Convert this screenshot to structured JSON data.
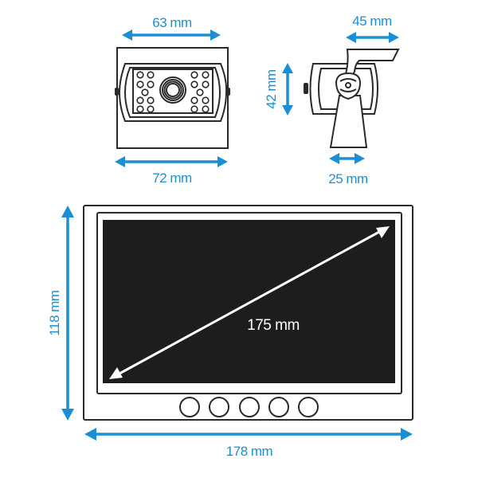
{
  "colors": {
    "dimension": "#1a8fd6",
    "outline": "#2a2a2a",
    "screen": "#1d1d1d",
    "screen_arrow": "#ffffff",
    "background": "#ffffff"
  },
  "camera_front": {
    "top_dimension": "63 mm",
    "bottom_dimension": "72 mm",
    "led_count_per_side": 9
  },
  "camera_side": {
    "top_dimension": "45 mm",
    "height_dimension": "42 mm",
    "base_dimension": "25 mm"
  },
  "monitor": {
    "diagonal_dimension": "175 mm",
    "height_dimension": "118 mm",
    "width_dimension": "178 mm",
    "button_count": 5
  }
}
